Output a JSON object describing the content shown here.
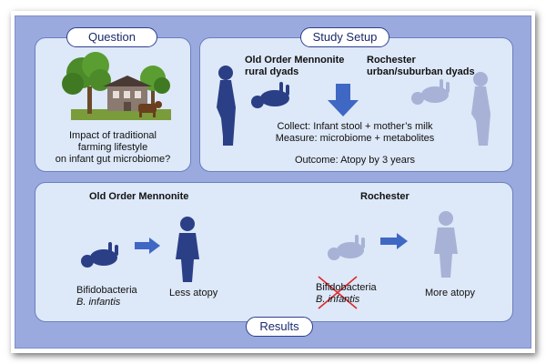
{
  "question": {
    "label": "Question",
    "text_line1": "Impact of traditional",
    "text_line2": "farming lifestyle",
    "text_line3": "on infant gut microbiome?"
  },
  "setup": {
    "label": "Study Setup",
    "mennonite_line1": "Old Order Mennonite",
    "mennonite_line2": "rural dyads",
    "rochester_line1": "Rochester",
    "rochester_line2": "urban/suburban dyads",
    "collect": "Collect: Infant stool + mother’s milk",
    "measure": "Measure: microbiome + metabolites",
    "outcome": "Outcome: Atopy by 3 years"
  },
  "results": {
    "label": "Results",
    "mennonite_title": "Old Order Mennonite",
    "rochester_title": "Rochester",
    "left_bacteria1": "Bifidobacteria",
    "left_bacteria2": "B. infantis",
    "left_outcome": "Less atopy",
    "right_bacteria1": "Bifidobacteria",
    "right_bacteria2": "B. infantis",
    "right_outcome": "More atopy"
  },
  "colors": {
    "dark_figure": "#2b3f86",
    "faded_figure": "#a7b2d6",
    "arrow": "#3f67c4",
    "panel_fill": "#dde8f8",
    "outer_fill": "#9aaade",
    "cross": "#e02828"
  }
}
